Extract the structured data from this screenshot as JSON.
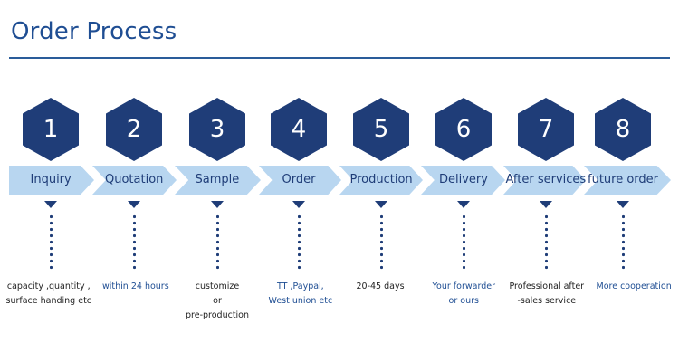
{
  "title": "Order Process",
  "steps": [
    {
      "number": "1",
      "label": "Inquiry",
      "desc": [
        "capacity ,quantity ,",
        "surface handing etc"
      ],
      "desc_color": "#222222"
    },
    {
      "number": "2",
      "label": "Quotation",
      "desc": [
        "within 24 hours"
      ],
      "desc_color": "#1f4e93"
    },
    {
      "number": "3",
      "label": "Sample",
      "desc": [
        "customize",
        "or",
        "pre-production"
      ],
      "desc_color": "#222222"
    },
    {
      "number": "4",
      "label": "Order",
      "desc": [
        "TT ,Paypal,",
        "West union etc"
      ],
      "desc_color": "#1f4e93"
    },
    {
      "number": "5",
      "label": "Production",
      "desc": [
        "20-45 days"
      ],
      "desc_color": "#222222"
    },
    {
      "number": "6",
      "label": "Delivery",
      "desc": [
        "Your forwarder",
        "or ours"
      ],
      "desc_color": "#1f4e93"
    },
    {
      "number": "7",
      "label": "After services",
      "desc": [
        "Professional after",
        "-sales service"
      ],
      "desc_color": "#222222"
    },
    {
      "number": "8",
      "label": "future order",
      "desc": [
        "More cooperation"
      ],
      "desc_color": "#1f4e93"
    }
  ],
  "colors": {
    "hexagon": "#1f3d78",
    "arrow_band": "#b8d6f0",
    "title": "#1f4e93"
  }
}
